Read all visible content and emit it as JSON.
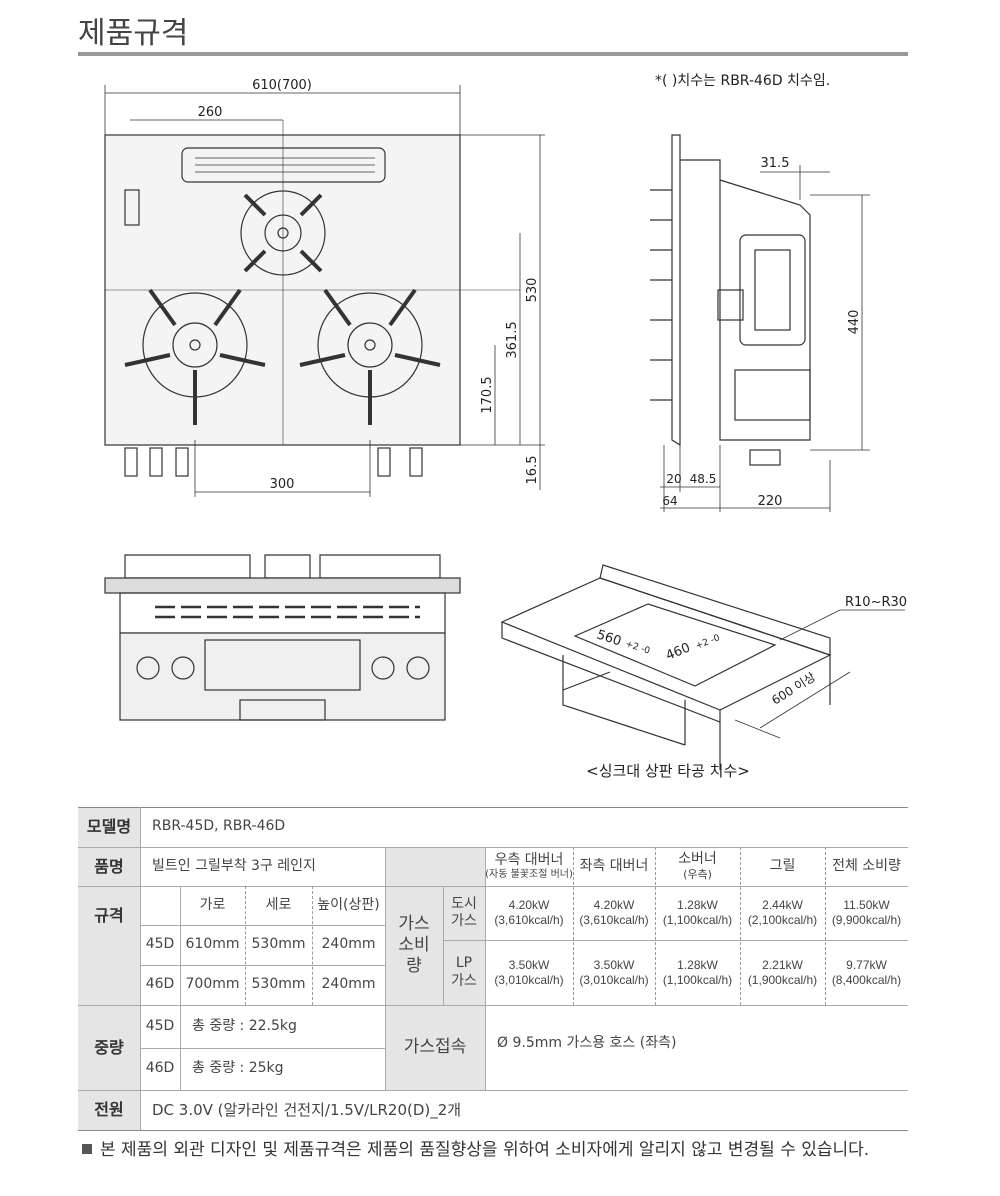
{
  "title": "제품규격",
  "note": "*( )치수는 RBR-46D 치수임.",
  "top_view": {
    "width": "610(700)",
    "d260": "260",
    "d530": "530",
    "d361": "361.5",
    "d170": "170.5",
    "d16": "16.5",
    "d300": "300"
  },
  "side_view": {
    "d31": "31.5",
    "d440": "440",
    "d20": "20",
    "d48": "48.5",
    "d64": "64",
    "d220": "220"
  },
  "sink": {
    "radius": "R10~R30",
    "w": "560",
    "h": "460",
    "tol": "+2 -0",
    "depth": "600 이상",
    "caption": "<싱크대 상판 타공 치수>"
  },
  "table": {
    "model_label": "모델명",
    "model": "RBR-45D, RBR-46D",
    "name_label": "품명",
    "name": "빌트인 그릴부착 3구 레인지",
    "spec_label": "규격",
    "spec_headers": [
      "가로",
      "세로",
      "높이(상판)"
    ],
    "spec_rows": [
      {
        "model": "45D",
        "w": "610mm",
        "d": "530mm",
        "h": "240mm"
      },
      {
        "model": "46D",
        "w": "700mm",
        "d": "530mm",
        "h": "240mm"
      }
    ],
    "weight_label": "중량",
    "weight_rows": [
      {
        "model": "45D",
        "value": "총 중량 : 22.5kg"
      },
      {
        "model": "46D",
        "value": "총 중량 : 25kg"
      }
    ],
    "gas_label": "가스 소비량",
    "gas_headers": [
      {
        "main": "우측 대버너",
        "sub": "(자동 불꽃조절 버너)"
      },
      {
        "main": "좌측 대버너",
        "sub": ""
      },
      {
        "main": "소버너",
        "sub": ""
      },
      {
        "main": "그릴",
        "sub": ""
      },
      {
        "main": "전체 소비량",
        "sub": ""
      }
    ],
    "gas_rows": [
      {
        "type": "도시 가스",
        "values": [
          [
            "4.20kW",
            "(3,610kcal/h)"
          ],
          [
            "4.20kW",
            "(3,610kcal/h)"
          ],
          [
            "1.28kW",
            "(1,100kcal/h)"
          ],
          [
            "2.44kW",
            "(2,100kcal/h)"
          ],
          [
            "11.50kW",
            "(9,900kcal/h)"
          ]
        ],
        "overlay": "(우측)"
      },
      {
        "type": "LP 가스",
        "values": [
          [
            "3.50kW",
            "(3,010kcal/h)"
          ],
          [
            "3.50kW",
            "(3,010kcal/h)"
          ],
          [
            "1.28kW",
            "(1,100kcal/h)"
          ],
          [
            "2.21kW",
            "(1,900kcal/h)"
          ],
          [
            "9.77kW",
            "(8,400kcal/h)"
          ]
        ]
      }
    ],
    "gas_conn_label": "가스접속",
    "gas_conn": "Ø 9.5mm 가스용 호스 (좌측)",
    "power_label": "전원",
    "power": "DC 3.0V (알카라인 건전지/1.5V/LR20(D)_2개"
  },
  "footer": "본 제품의 외관 디자인 및 제품규격은 제품의 품질향상을 위하여 소비자에게 알리지 않고 변경될 수 있습니다."
}
